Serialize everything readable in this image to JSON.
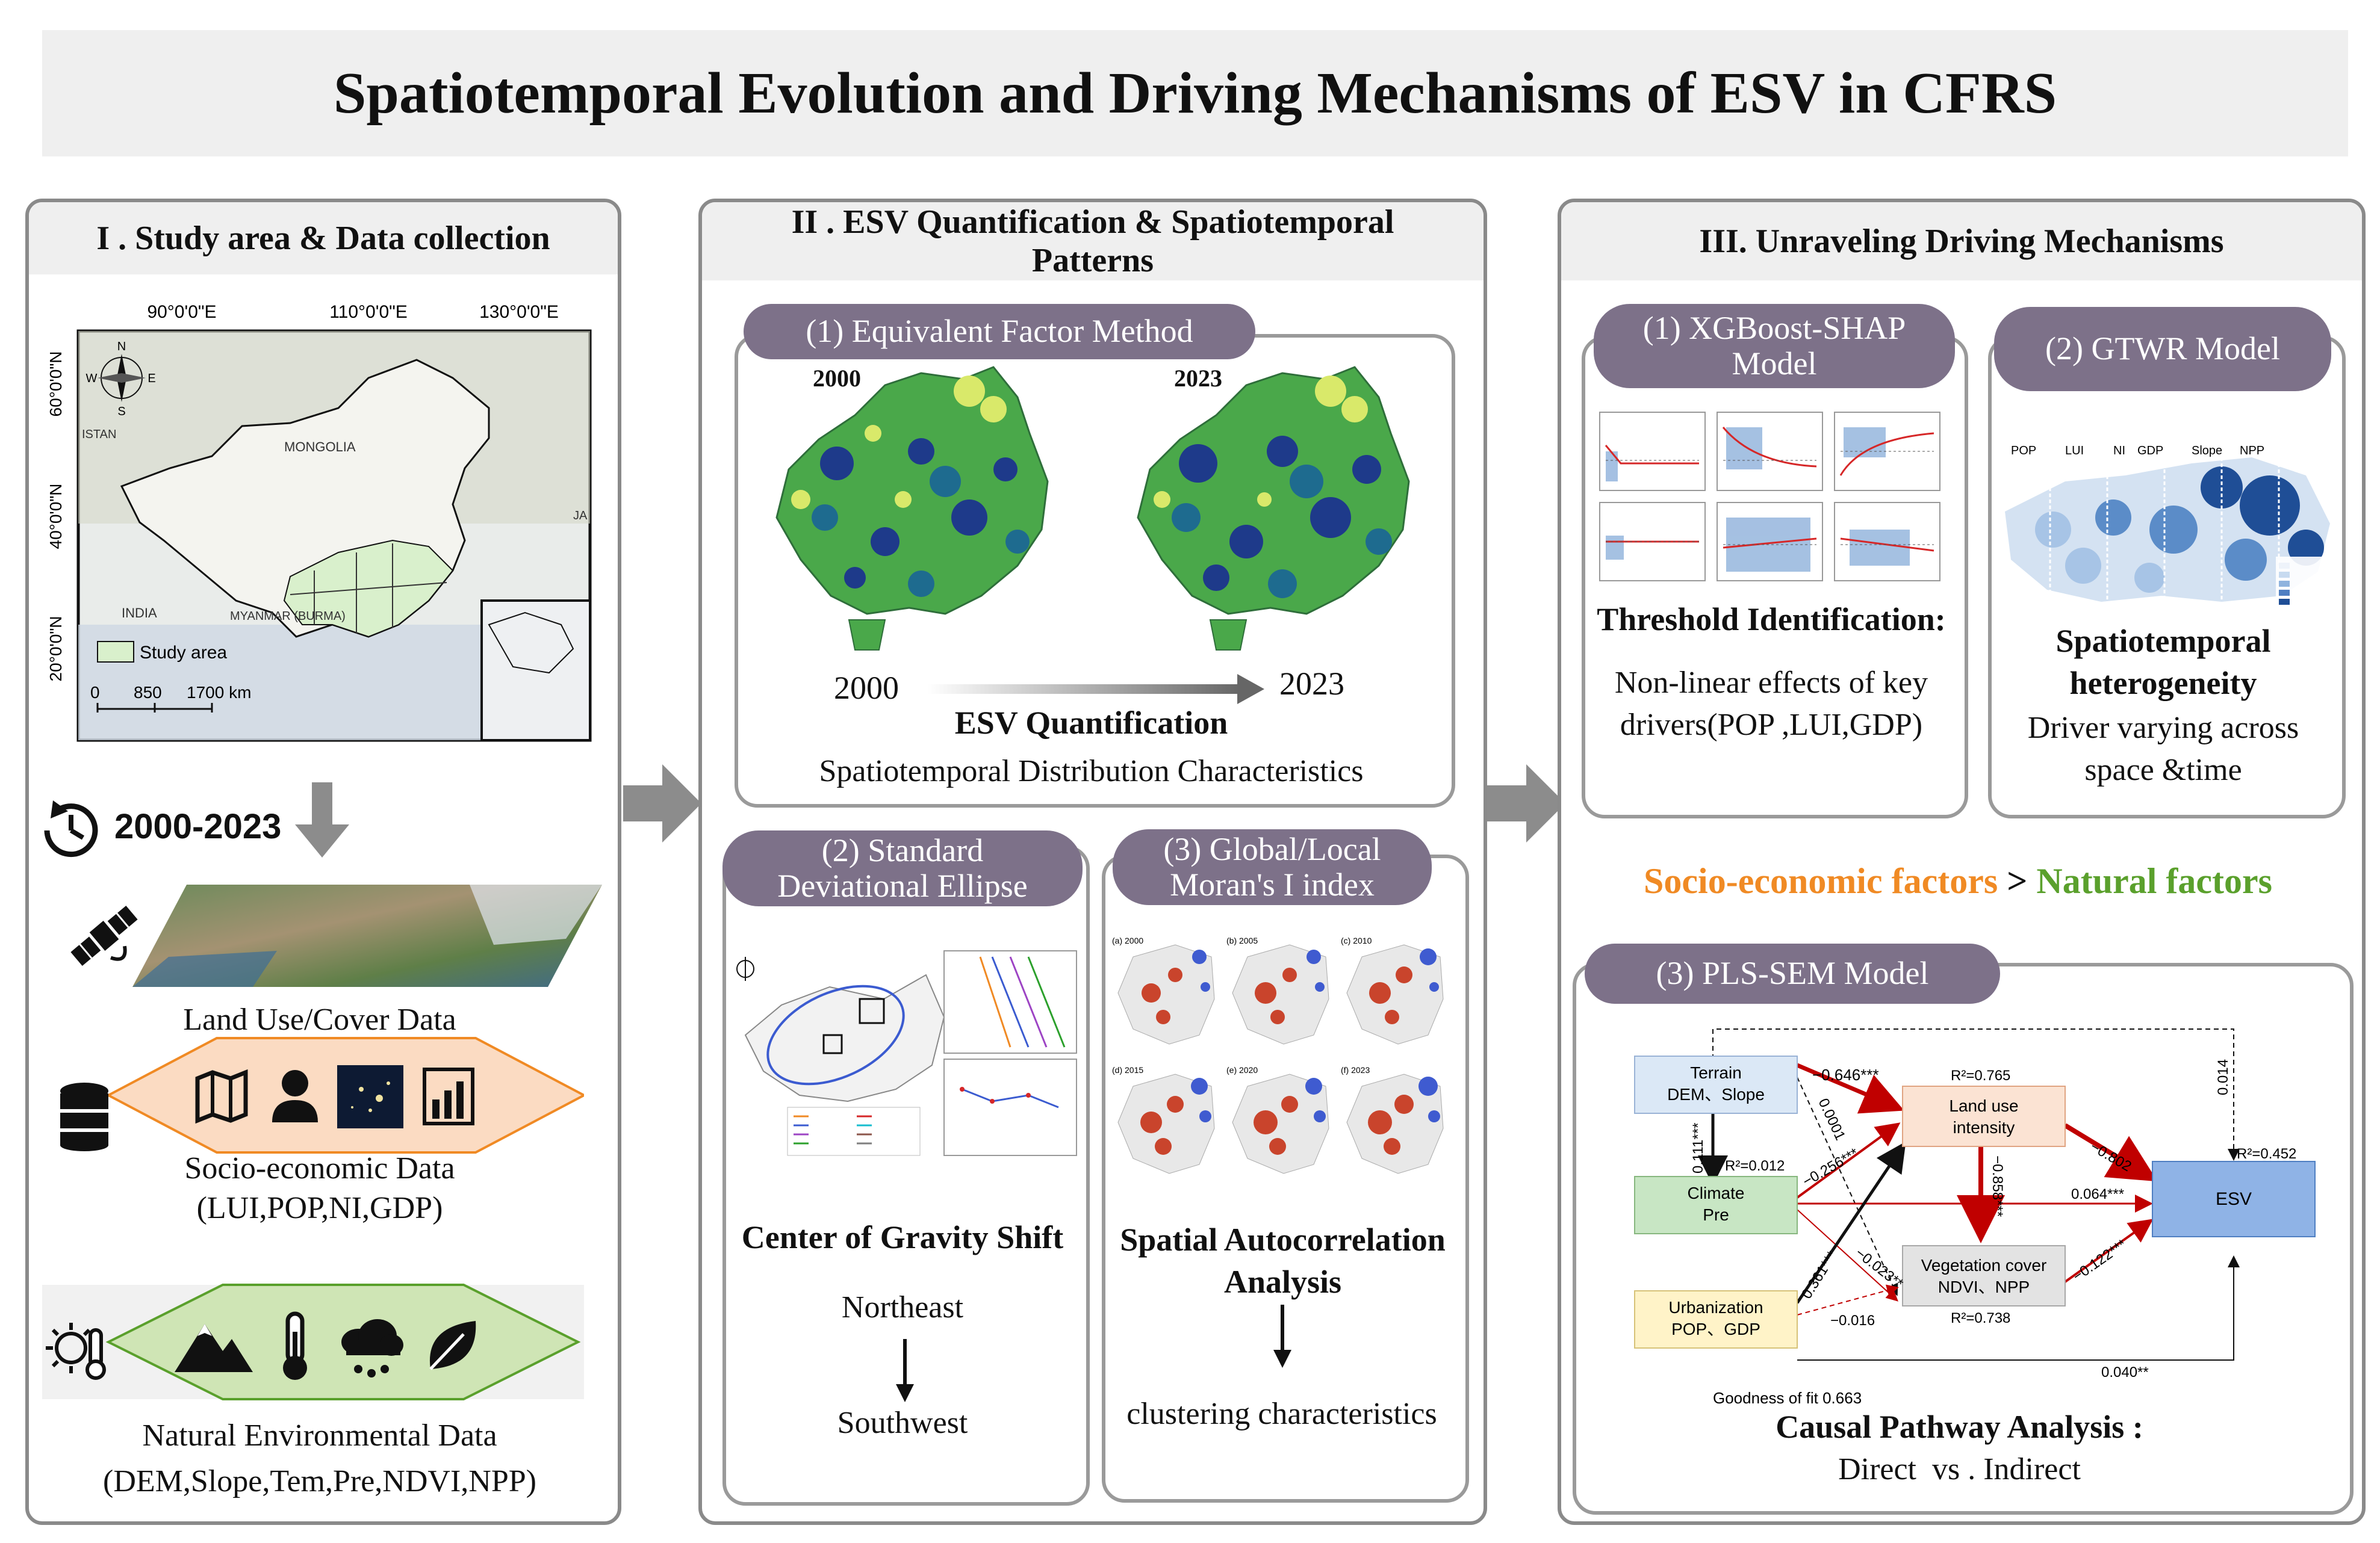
{
  "title": "Spatiotemporal Evolution and Driving Mechanisms of ESV in CFRS",
  "panel1": {
    "heading": "I . Study area & Data collection",
    "map": {
      "lon_labels": [
        "90°0'0\"E",
        "110°0'0\"E",
        "130°0'0\"E"
      ],
      "lat_labels": [
        "60°0'0\"N",
        "40°0'0\"N",
        "20°0'0\"N"
      ],
      "place_labels": [
        "MONGOLIA",
        "INDIA",
        "MYANMAR (BURMA)",
        "ISTAN",
        "JA"
      ],
      "legend_label": "Study area",
      "scale_labels": [
        "0",
        "850",
        "1700 km"
      ],
      "compass": [
        "N",
        "S",
        "W",
        "E"
      ]
    },
    "period": "2000-2023",
    "land_use_label": "Land Use/Cover Data",
    "socio_label": "Socio-economic Data",
    "socio_vars": "(LUI,POP,NI,GDP)",
    "natural_label": "Natural Environmental Data",
    "natural_vars": "(DEM,Slope,Tem,Pre,NDVI,NPP)",
    "icons": [
      "clock-icon",
      "arrow-down-icon",
      "satellite-icon",
      "database-icon",
      "map-icon",
      "person-icon",
      "night-light-icon",
      "bar-chart-icon",
      "sun-thermometer-icon",
      "mountain-icon",
      "thermometer-icon",
      "rain-cloud-icon",
      "leaf-icon"
    ]
  },
  "panel2": {
    "heading": "II . ESV Quantification & Spatiotemporal Patterns",
    "sub1": {
      "pill": "(1) Equivalent Factor Method",
      "map_year_left": "2000",
      "map_year_right": "2023",
      "axis_start": "2000",
      "axis_end": "2023",
      "label": "ESV Quantification",
      "caption": "Spatiotemporal Distribution Characteristics"
    },
    "sub2": {
      "pill": "(2) Standard Deviational Ellipse",
      "label": "Center of Gravity Shift",
      "from": "Northeast",
      "to": "Southwest"
    },
    "sub3": {
      "pill": "(3) Global/Local Moran's I index",
      "map_labels": [
        "(a) 2000",
        "(b) 2005",
        "(c) 2010",
        "(d) 2015",
        "(e) 2020",
        "(f) 2023"
      ],
      "label": "Spatial Autocorrelation Analysis",
      "caption": "clustering characteristics"
    }
  },
  "panel3": {
    "heading": "III. Unraveling Driving Mechanisms",
    "sub1": {
      "pill": "(1) XGBoost-SHAP Model",
      "label": "Threshold Identification:",
      "caption": "Non-linear effects of key drivers(POP ,LUI,GDP)"
    },
    "sub2": {
      "pill": "(2) GTWR Model",
      "map_labels": [
        "POP",
        "LUI",
        "NI",
        "GDP",
        "Slope",
        "NPP"
      ],
      "label": "Spatiotemporal heterogeneity",
      "caption": "Driver varying across space &time"
    },
    "comparison": {
      "left": "Socio-economic factors",
      "op": ">",
      "right": "Natural factors",
      "left_color": "#f08a24",
      "right_color": "#5aa02c"
    },
    "sub3": {
      "pill": "(3) PLS-SEM Model",
      "nodes": {
        "terrain": [
          "Terrain",
          "DEM、Slope"
        ],
        "climate": [
          "Climate",
          "Pre"
        ],
        "urban": [
          "Urbanization",
          "POP、GDP"
        ],
        "lui": [
          "Land use",
          "intensity"
        ],
        "veg": [
          "Vegetation cover",
          "NDVI、NPP"
        ],
        "esv": "ESV"
      },
      "coefs": {
        "t_lui": "−0.646***",
        "t_veg": "0.0001",
        "t_clim": "0.111***",
        "c_lui": "−0.256***",
        "c_veg": "−0.023**",
        "u_lui": "0.361***",
        "u_veg": "−0.016",
        "lui_veg": "−0.858***",
        "lui_esv": "−0.802",
        "c_esv": "0.064***",
        "veg_esv": "−0.122***",
        "u_esv": "0.040**",
        "t_esv": "0.014"
      },
      "r2": {
        "lui": "R²=0.765",
        "clim": "R²=0.012",
        "veg": "R²=0.738",
        "esv": "R²=0.452"
      },
      "fit": "Goodness of fit 0.663",
      "label": "Causal Pathway Analysis :",
      "caption": "Direct  vs . Indirect"
    }
  }
}
